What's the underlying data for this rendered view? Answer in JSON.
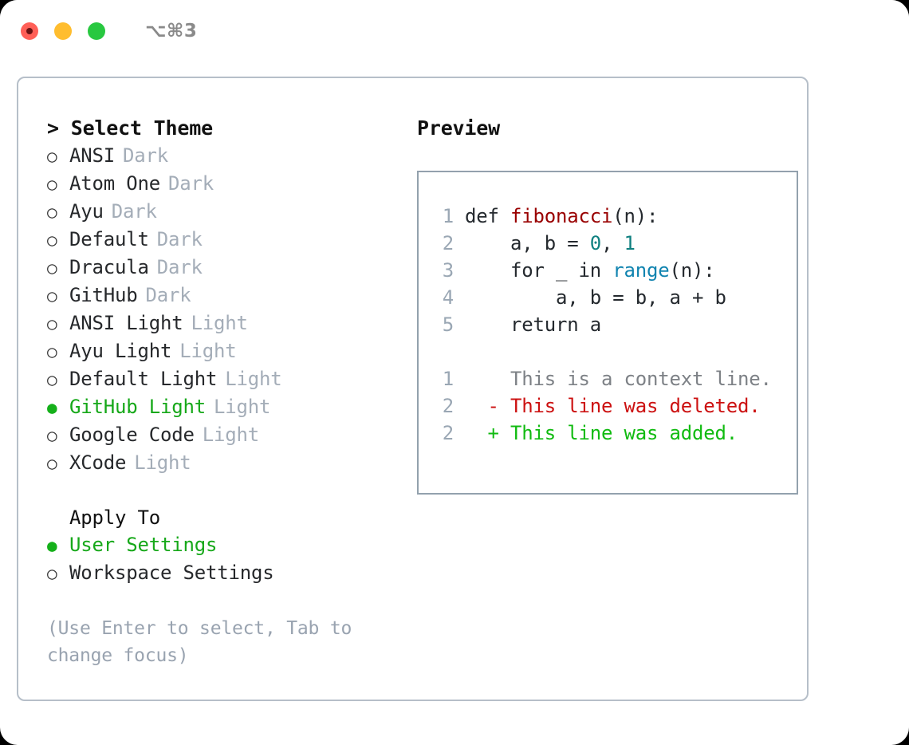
{
  "window": {
    "shortcut": "⌥⌘3",
    "traffic_lights": [
      {
        "name": "close",
        "color": "#ff5f57"
      },
      {
        "name": "minimize",
        "color": "#ffbd2e"
      },
      {
        "name": "maximize",
        "color": "#28c840"
      }
    ]
  },
  "theme_selector": {
    "prompt": ">",
    "title": "Select Theme",
    "marker_selected": "●",
    "marker_unselected": "○",
    "items": [
      {
        "label": "ANSI",
        "variant": "Dark",
        "selected": false
      },
      {
        "label": "Atom One",
        "variant": "Dark",
        "selected": false
      },
      {
        "label": "Ayu",
        "variant": "Dark",
        "selected": false
      },
      {
        "label": "Default",
        "variant": "Dark",
        "selected": false
      },
      {
        "label": "Dracula",
        "variant": "Dark",
        "selected": false
      },
      {
        "label": "GitHub",
        "variant": "Dark",
        "selected": false
      },
      {
        "label": "ANSI Light",
        "variant": "Light",
        "selected": false
      },
      {
        "label": "Ayu Light",
        "variant": "Light",
        "selected": false
      },
      {
        "label": "Default Light",
        "variant": "Light",
        "selected": false
      },
      {
        "label": "GitHub Light",
        "variant": "Light",
        "selected": true
      },
      {
        "label": "Google Code",
        "variant": "Light",
        "selected": false
      },
      {
        "label": "XCode",
        "variant": "Light",
        "selected": false
      }
    ]
  },
  "apply_to": {
    "title": "Apply To",
    "items": [
      {
        "label": "User Settings",
        "selected": true
      },
      {
        "label": "Workspace Settings",
        "selected": false
      }
    ]
  },
  "hint": "(Use Enter to select, Tab to change focus)",
  "preview": {
    "title": "Preview",
    "code_lines": [
      {
        "no": "1",
        "tokens": [
          {
            "t": "def ",
            "c": "kw"
          },
          {
            "t": "fibonacci",
            "c": "fn"
          },
          {
            "t": "(n):",
            "c": "plain"
          }
        ]
      },
      {
        "no": "2",
        "tokens": [
          {
            "t": "    a, b = ",
            "c": "plain"
          },
          {
            "t": "0",
            "c": "num"
          },
          {
            "t": ", ",
            "c": "plain"
          },
          {
            "t": "1",
            "c": "num"
          }
        ]
      },
      {
        "no": "3",
        "tokens": [
          {
            "t": "    for _ in ",
            "c": "plain"
          },
          {
            "t": "range",
            "c": "builtin"
          },
          {
            "t": "(n):",
            "c": "plain"
          }
        ]
      },
      {
        "no": "4",
        "tokens": [
          {
            "t": "        a, b = b, a + b",
            "c": "plain"
          }
        ]
      },
      {
        "no": "5",
        "tokens": [
          {
            "t": "    return a",
            "c": "plain"
          }
        ]
      }
    ],
    "diff_lines": [
      {
        "no": "1",
        "marker": " ",
        "text": "This is a context line.",
        "kind": "ctx"
      },
      {
        "no": "2",
        "marker": "-",
        "text": "This line was deleted.",
        "kind": "del"
      },
      {
        "no": "2",
        "marker": "+",
        "text": "This line was added.",
        "kind": "add"
      }
    ]
  },
  "colors": {
    "selected_green": "#16a819",
    "muted": "#a4adb8",
    "panel_border": "#b6bfc9",
    "preview_border": "#93a1ad",
    "diff_delete": "#cc1111",
    "diff_add": "#11bb11",
    "token_function": "#990000",
    "token_number": "#0f8080",
    "token_builtin": "#1184b0"
  }
}
